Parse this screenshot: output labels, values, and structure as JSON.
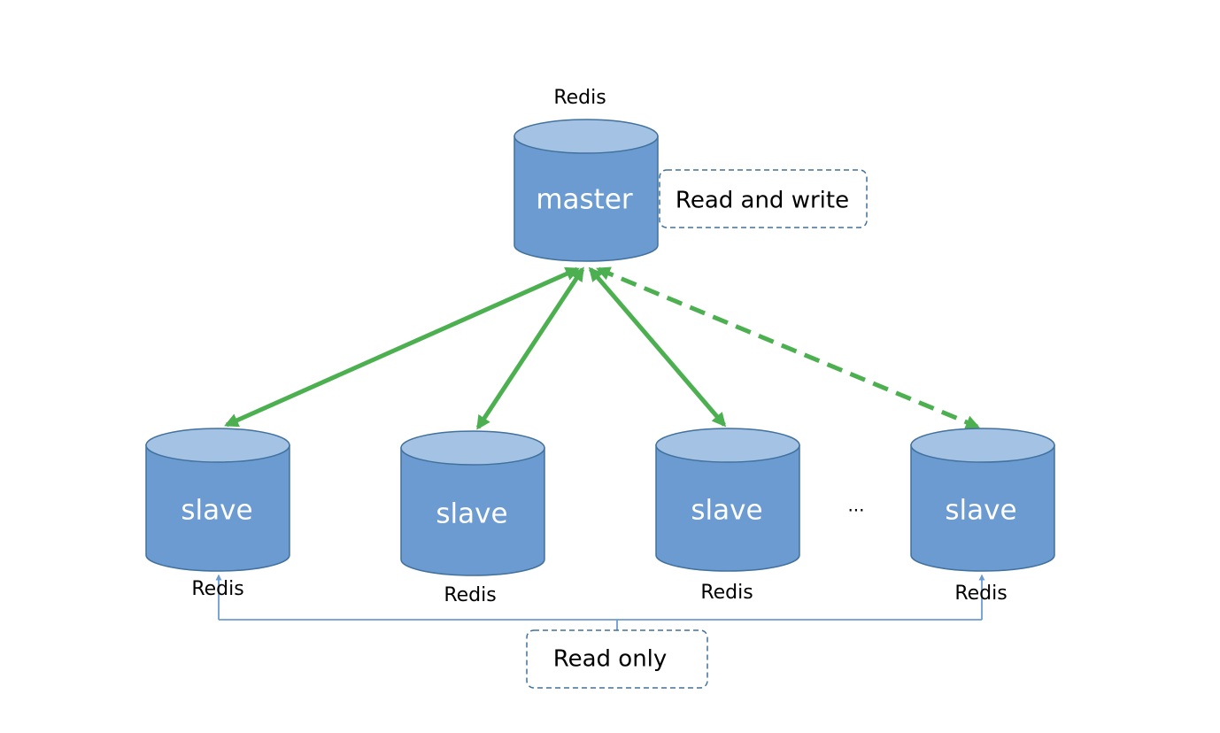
{
  "diagram": {
    "master": {
      "caption": "Redis",
      "label": "master",
      "note": "Read and write"
    },
    "slaves": [
      {
        "caption": "Redis",
        "label": "slave"
      },
      {
        "caption": "Redis",
        "label": "slave"
      },
      {
        "caption": "Redis",
        "label": "slave"
      },
      {
        "caption": "Redis",
        "label": "slave"
      }
    ],
    "ellipsis": "...",
    "slave_note": "Read only"
  },
  "colors": {
    "cylinder_body": "#6b9bd1",
    "cylinder_top": "#a4c2e4",
    "cylinder_outline": "#41719c",
    "arrow": "#4caf50",
    "connector": "#6b9bd1",
    "note_border": "#41719c"
  }
}
